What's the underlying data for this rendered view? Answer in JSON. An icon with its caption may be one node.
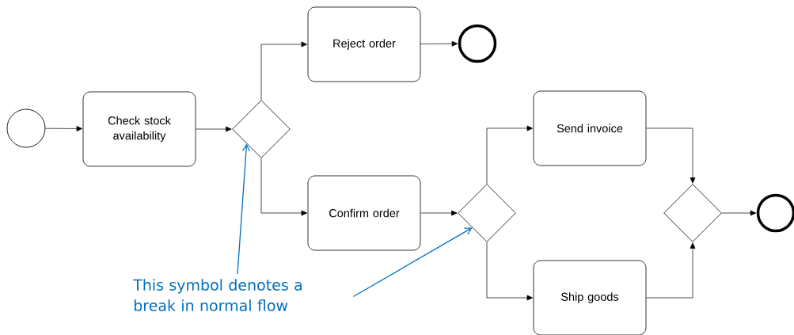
{
  "diagram": {
    "nodes": [
      {
        "text": [],
        "shape": "circle"
      },
      {
        "text": [
          "Check stock availability"
        ]
      },
      {
        "text": [],
        "shape": "diamond"
      },
      {
        "text": [
          "Reject order"
        ]
      },
      {
        "text": [],
        "shape": "circle"
      },
      {
        "text": [
          "Confirm order"
        ]
      },
      {
        "text": [],
        "shape": "diamond"
      },
      {
        "text": [
          "Send invoice"
        ]
      },
      {
        "text": [
          "Ship goods"
        ]
      },
      {
        "text": [],
        "shape": "diamond"
      },
      {
        "text": [],
        "shape": "circle"
      },
      {
        "text": [
          "This symbol denotes a break in normal flow"
        ]
      }
    ],
    "edges": [
      {
        "from": 0,
        "to": 1,
        "arrow": "to"
      },
      {
        "from": 1,
        "to": 2,
        "arrow": "to"
      },
      {
        "from": 2,
        "to": 3,
        "arrow": "to"
      },
      {
        "from": 2,
        "to": 5,
        "arrow": "to"
      },
      {
        "from": 3,
        "to": 4,
        "arrow": "to"
      },
      {
        "from": 5,
        "to": 6,
        "arrow": "to"
      },
      {
        "from": 6,
        "to": 7,
        "arrow": "to"
      },
      {
        "from": 6,
        "to": 8,
        "arrow": "to"
      },
      {
        "from": 7,
        "to": 9,
        "arrow": "to"
      },
      {
        "from": 8,
        "to": 9,
        "arrow": "to"
      },
      {
        "from": 9,
        "to": 10,
        "arrow": "to"
      },
      {
        "from": 11,
        "to": 2,
        "arrow": "to",
        "color": "#0070c0"
      },
      {
        "from": 11,
        "to": 6,
        "arrow": "to",
        "color": "#0070c0"
      }
    ]
  }
}
